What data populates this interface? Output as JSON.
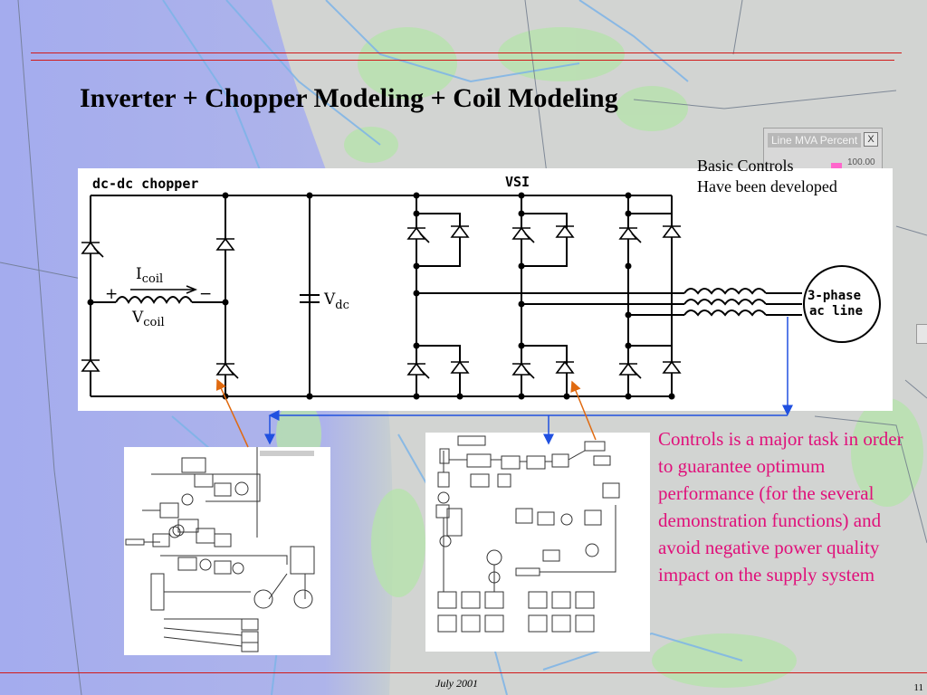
{
  "slide": {
    "title": "Inverter + Chopper Modeling + Coil Modeling",
    "basic_controls": [
      "Basic Controls",
      "Have been developed"
    ],
    "controls_text": "Controls is a major task in order to guarantee optimum performance (for the several demonstration functions) and avoid negative power quality impact on the supply system",
    "footer_date": "July 2001",
    "page_number": "11"
  },
  "legend": {
    "title": "Line MVA Percent",
    "close": "X",
    "percent": "100.00 %"
  },
  "circuit": {
    "chopper_label": "dc-dc chopper",
    "vsi_label": "VSI",
    "icoil": "I",
    "icoil_sub": "coil",
    "vcoil": "V",
    "vcoil_sub": "coil",
    "vdc": "V",
    "vdc_sub": "dc",
    "plus": "+",
    "minus": "−",
    "ac_line_1": "3-phase",
    "ac_line_2": "ac line"
  },
  "colors": {
    "title": "#000000",
    "pink_text": "#e0107a",
    "rule": "#d21a1a",
    "arrow_orange": "#e06a10",
    "arrow_blue": "#2050e0",
    "bg_left": "#a0a8ec"
  }
}
